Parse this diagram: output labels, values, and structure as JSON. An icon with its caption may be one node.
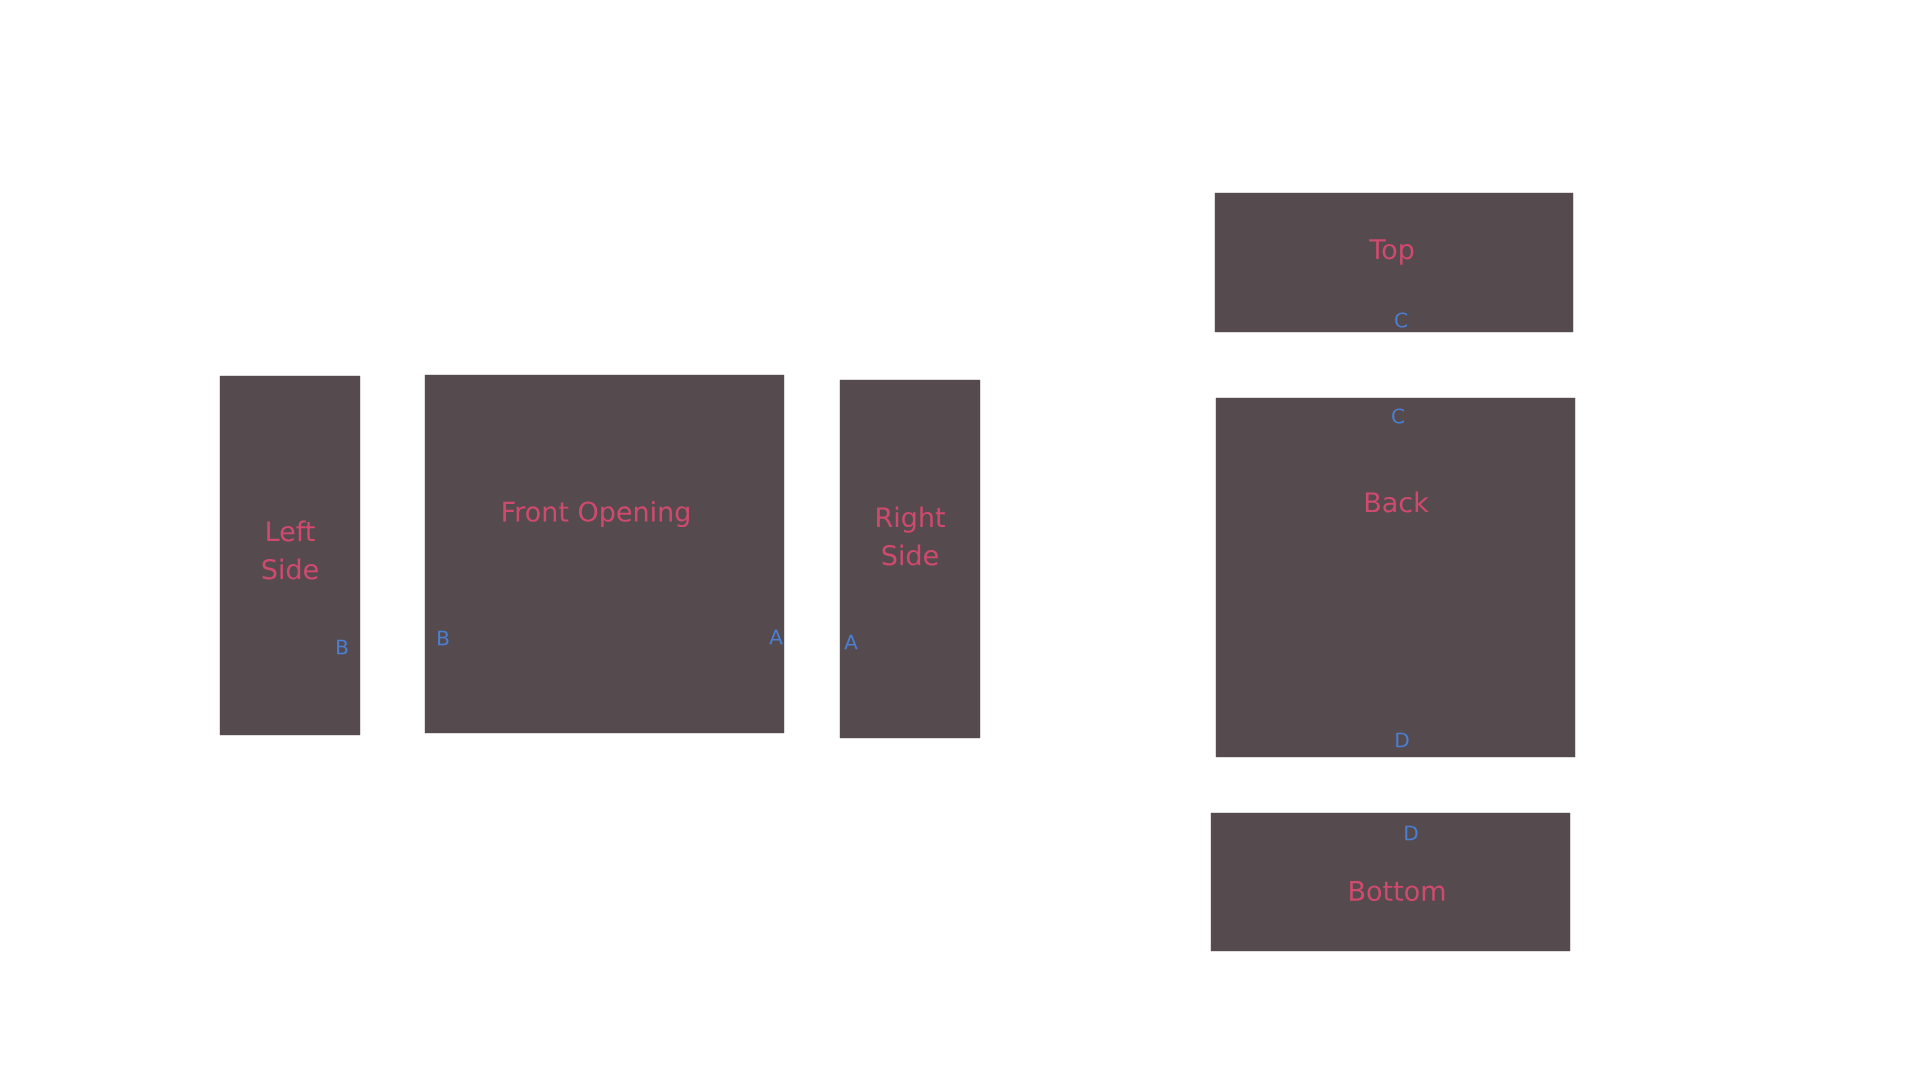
{
  "diagram": {
    "nodes": [
      {
        "text": [
          "Left Side",
          "B"
        ]
      },
      {
        "text": [
          "Front Opening",
          "B",
          "A"
        ]
      },
      {
        "text": [
          "Right Side",
          "A"
        ]
      },
      {
        "text": [
          "Top",
          "C"
        ]
      },
      {
        "text": [
          "C",
          "Back",
          "D"
        ]
      },
      {
        "text": [
          "D",
          "Bottom"
        ]
      }
    ]
  }
}
